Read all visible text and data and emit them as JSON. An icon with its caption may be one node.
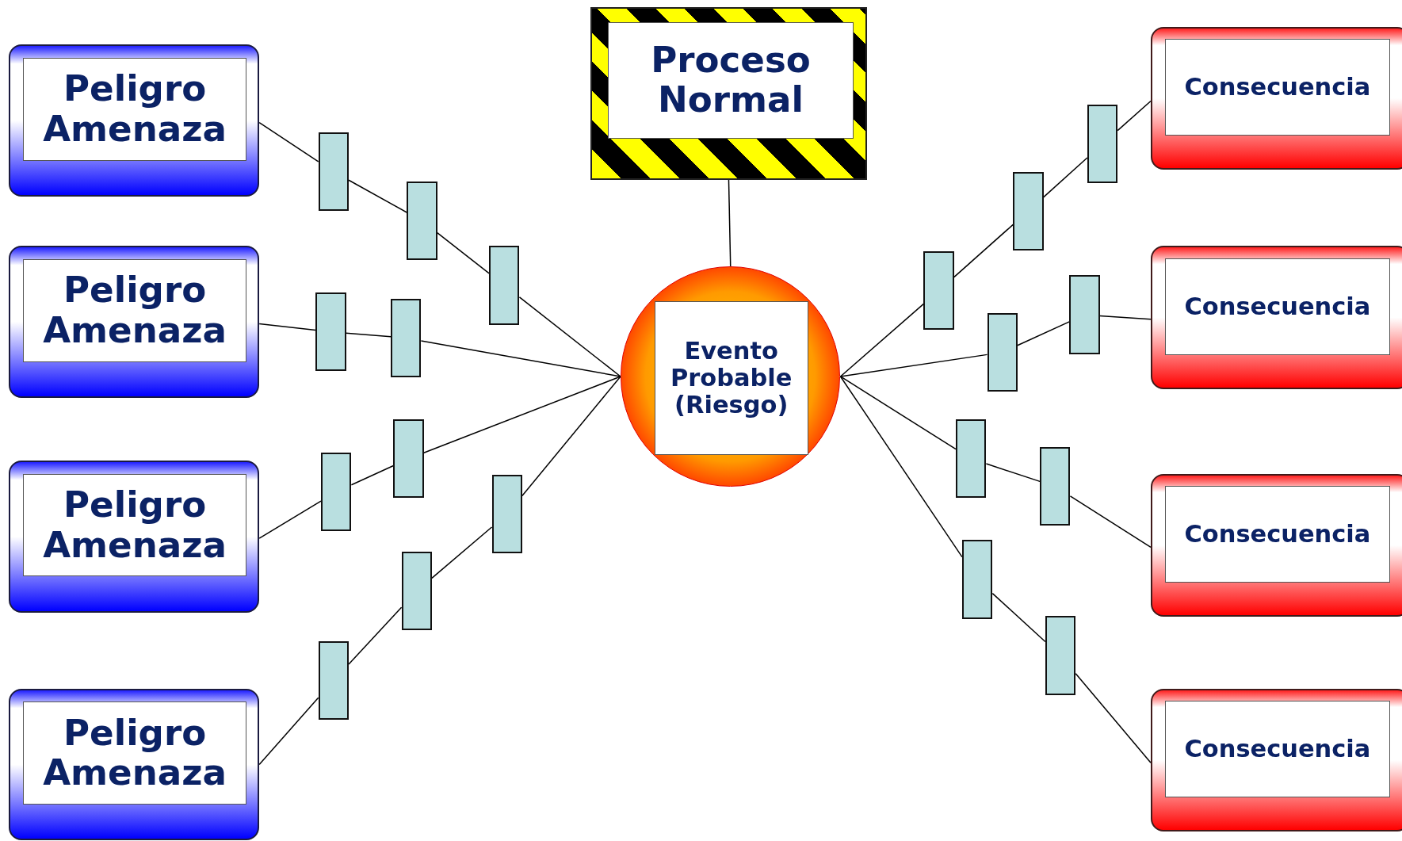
{
  "diagram": {
    "nodes": [
      {
        "text": [
          "Proceso Normal"
        ]
      },
      {
        "text": [
          "Peligro Amenaza"
        ]
      },
      {
        "text": [
          "Peligro Amenaza"
        ]
      },
      {
        "text": [
          "Peligro Amenaza"
        ]
      },
      {
        "text": [
          "Peligro Amenaza"
        ]
      },
      {
        "text": [
          "Evento Probable (Riesgo)"
        ]
      },
      {
        "text": [
          "Consecuencia"
        ]
      },
      {
        "text": [
          "Consecuencia"
        ]
      },
      {
        "text": [
          "Consecuencia"
        ]
      },
      {
        "text": [
          "Consecuencia"
        ]
      },
      {
        "text": [],
        "shape": "box"
      },
      {
        "text": [],
        "shape": "box"
      },
      {
        "text": [],
        "shape": "box"
      },
      {
        "text": [],
        "shape": "box"
      },
      {
        "text": [],
        "shape": "box"
      },
      {
        "text": [],
        "shape": "box"
      },
      {
        "text": [],
        "shape": "box"
      },
      {
        "text": [],
        "shape": "box"
      },
      {
        "text": [],
        "shape": "box"
      },
      {
        "text": [],
        "shape": "box"
      },
      {
        "text": [],
        "shape": "box"
      },
      {
        "text": [],
        "shape": "box"
      },
      {
        "text": [],
        "shape": "box"
      },
      {
        "text": [],
        "shape": "box"
      },
      {
        "text": [],
        "shape": "box"
      },
      {
        "text": [],
        "shape": "box"
      },
      {
        "text": [],
        "shape": "box"
      },
      {
        "text": [],
        "shape": "box"
      },
      {
        "text": [],
        "shape": "box"
      }
    ],
    "edges": [
      {
        "from": 0,
        "to": 5,
        "arrow": "none"
      },
      {
        "from": 1,
        "to": 10,
        "arrow": "none"
      },
      {
        "from": 10,
        "to": 11,
        "arrow": "none"
      },
      {
        "from": 11,
        "to": 12,
        "arrow": "none"
      },
      {
        "from": 12,
        "to": 5,
        "arrow": "none"
      },
      {
        "from": 2,
        "to": 13,
        "arrow": "none"
      },
      {
        "from": 13,
        "to": 14,
        "arrow": "none"
      },
      {
        "from": 14,
        "to": 5,
        "arrow": "none"
      },
      {
        "from": 3,
        "to": 15,
        "arrow": "none"
      },
      {
        "from": 15,
        "to": 16,
        "arrow": "none"
      },
      {
        "from": 16,
        "to": 5,
        "arrow": "none"
      },
      {
        "from": 4,
        "to": 17,
        "arrow": "none"
      },
      {
        "from": 17,
        "to": 18,
        "arrow": "none"
      },
      {
        "from": 18,
        "to": 19,
        "arrow": "none"
      },
      {
        "from": 19,
        "to": 5,
        "arrow": "none"
      },
      {
        "from": 5,
        "to": 20,
        "arrow": "none"
      },
      {
        "from": 20,
        "to": 21,
        "arrow": "none"
      },
      {
        "from": 21,
        "to": 22,
        "arrow": "none"
      },
      {
        "from": 22,
        "to": 6,
        "arrow": "none"
      },
      {
        "from": 5,
        "to": 23,
        "arrow": "none"
      },
      {
        "from": 23,
        "to": 24,
        "arrow": "none"
      },
      {
        "from": 24,
        "to": 7,
        "arrow": "none"
      },
      {
        "from": 5,
        "to": 25,
        "arrow": "none"
      },
      {
        "from": 25,
        "to": 26,
        "arrow": "none"
      },
      {
        "from": 26,
        "to": 8,
        "arrow": "none"
      },
      {
        "from": 5,
        "to": 27,
        "arrow": "none"
      },
      {
        "from": 27,
        "to": 28,
        "arrow": "none"
      },
      {
        "from": 28,
        "to": 9,
        "arrow": "none"
      }
    ]
  }
}
